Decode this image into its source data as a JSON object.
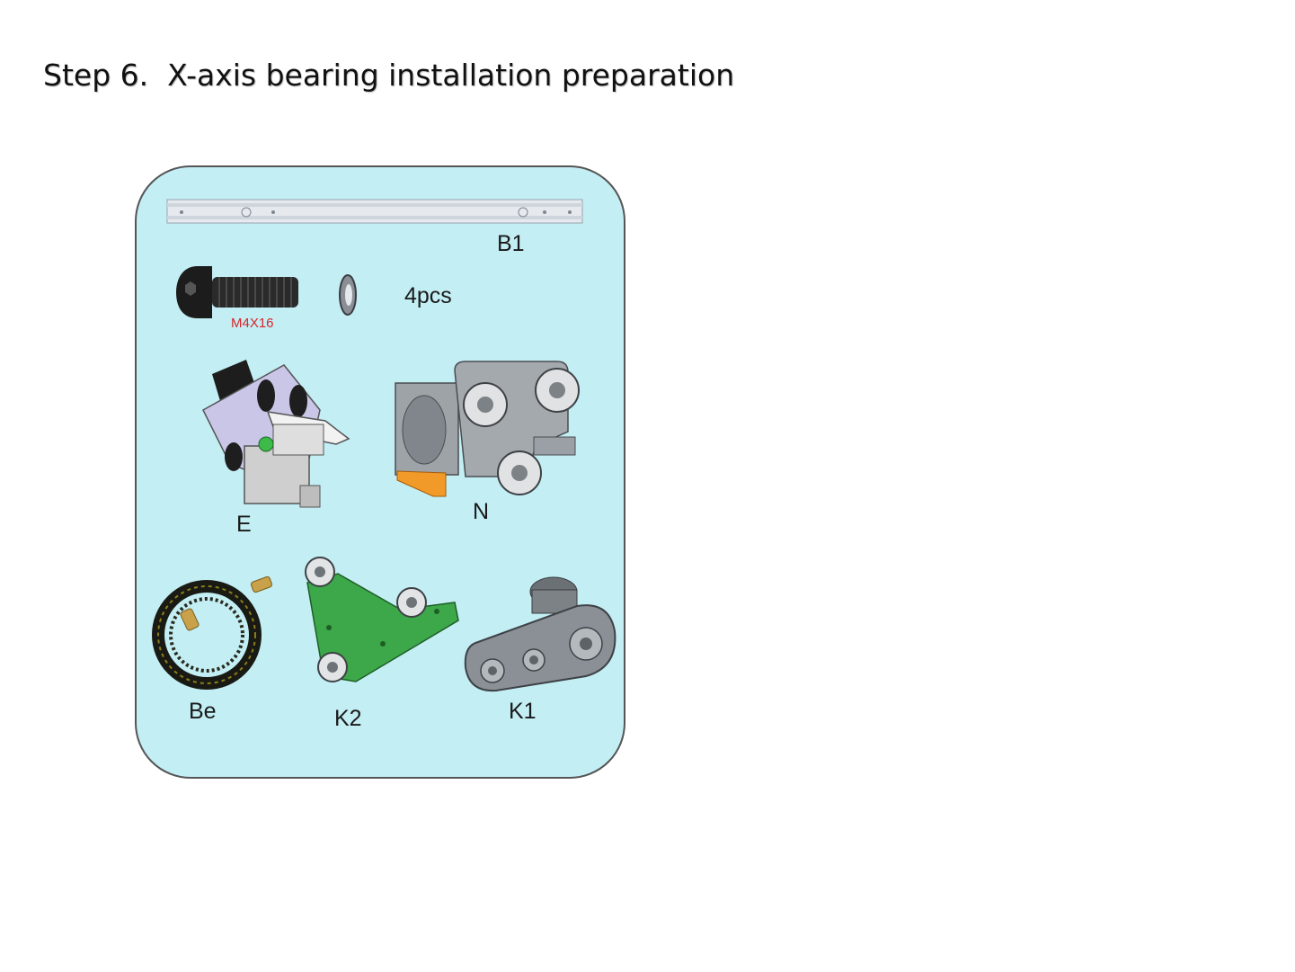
{
  "slide": {
    "step": "Step 6.",
    "title": "X-axis bearing installation preparation"
  },
  "parts": {
    "rail": {
      "label": "B1",
      "icon": "aluminum-rail-icon"
    },
    "screw": {
      "label": "M4X16",
      "icon": "button-head-screw-icon"
    },
    "washer": {
      "icon": "washer-icon"
    },
    "quantity": "4pcs",
    "extruder": {
      "label": "E",
      "icon": "extruder-assembly-icon"
    },
    "nozzle_carriage": {
      "label": "N",
      "icon": "hotend-carriage-icon"
    },
    "belt": {
      "label": "Be",
      "icon": "timing-belt-icon"
    },
    "plate_k2": {
      "label": "K2",
      "icon": "green-wheel-plate-icon"
    },
    "idler_k1": {
      "label": "K1",
      "icon": "belt-idler-icon"
    }
  },
  "colors": {
    "panel_background": "#c2eef4",
    "screw_label": "#d9262a",
    "plate_green": "#3da84a"
  }
}
